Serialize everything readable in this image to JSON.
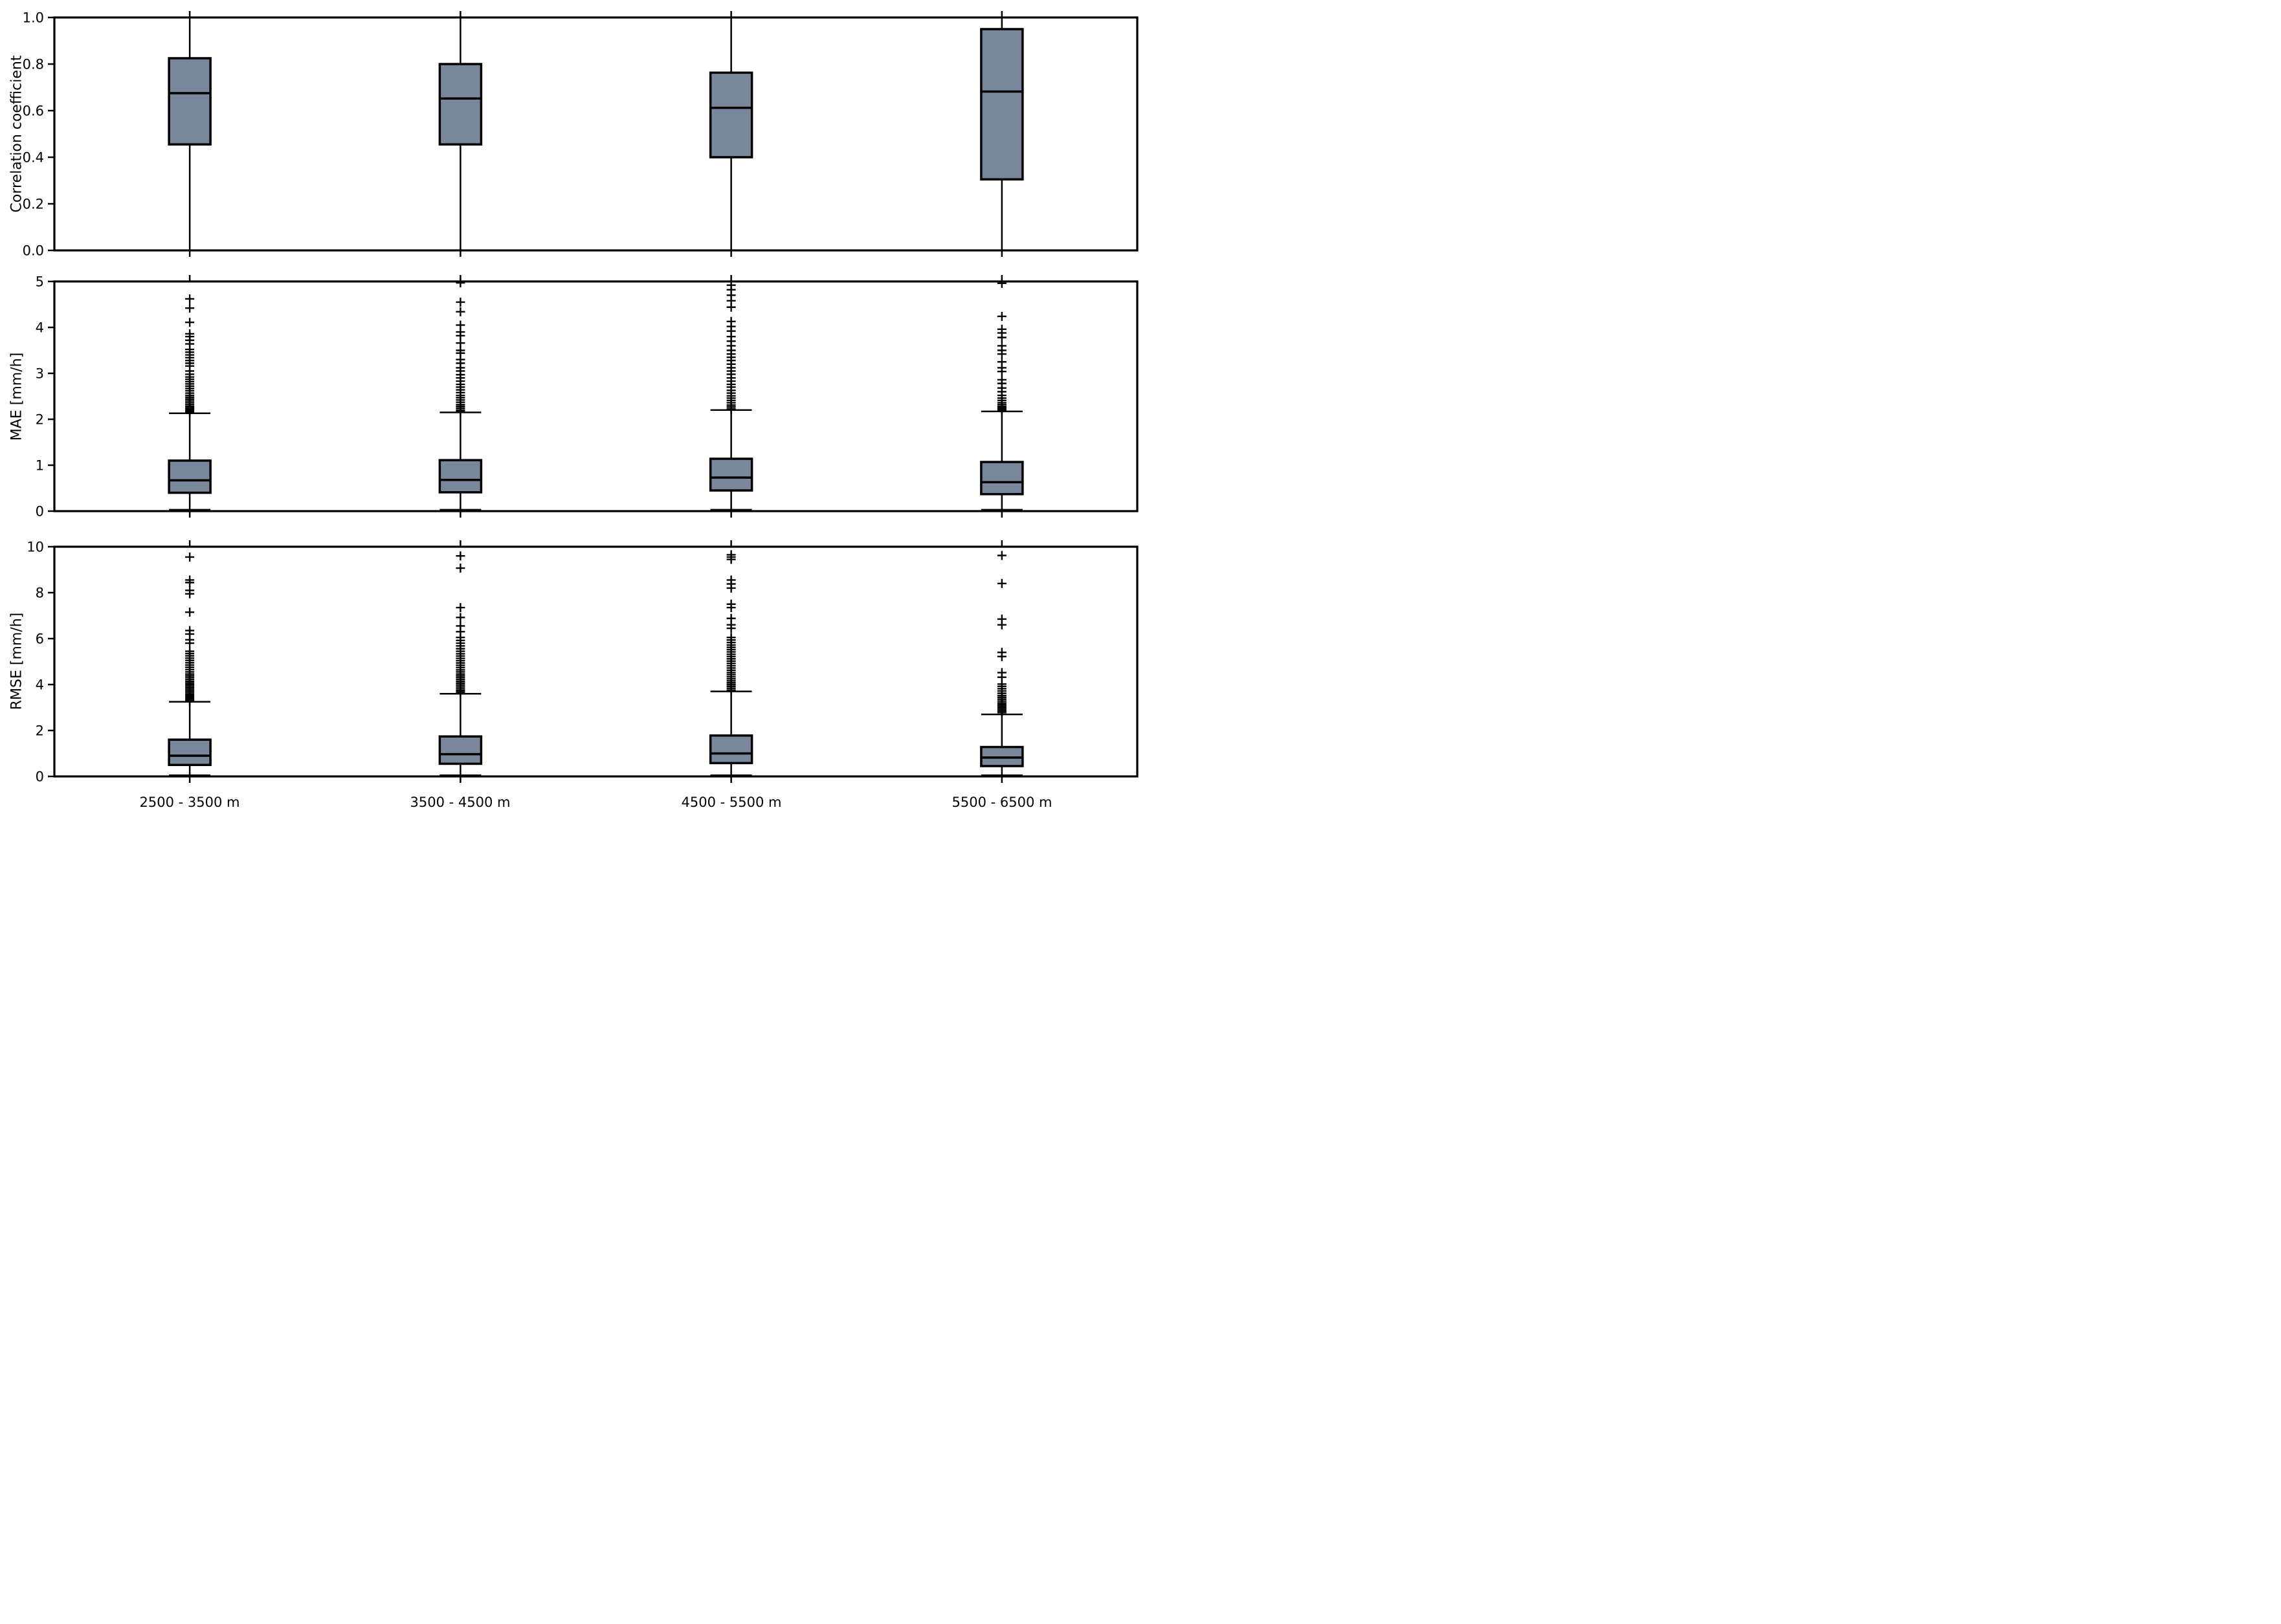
{
  "figure": {
    "background": "#ffffff",
    "box_fill_color": "#78889a",
    "line_color": "#000000",
    "outlier_marker": "plus"
  },
  "chart_data": {
    "type": "box",
    "title": "",
    "xlabel": "",
    "legend": "none",
    "grid": false,
    "categories": [
      "2500 - 3500 m",
      "3500 - 4500 m",
      "4500 - 5500 m",
      "5500 - 6500 m"
    ],
    "panels": [
      {
        "ylabel": "Correlation coefficient",
        "ylim": [
          0.0,
          1.0
        ],
        "yticks": [
          {
            "v": 0.0,
            "label": "0.0"
          },
          {
            "v": 0.2,
            "label": "0.2"
          },
          {
            "v": 0.4,
            "label": "0.4"
          },
          {
            "v": 0.6,
            "label": "0.6"
          },
          {
            "v": 0.8,
            "label": "0.8"
          },
          {
            "v": 1.0,
            "label": "1.0"
          }
        ],
        "boxes": [
          {
            "whislo": 0.0,
            "q1": 0.455,
            "med": 0.675,
            "q3": 0.825,
            "whishi": 1.0,
            "outliers": []
          },
          {
            "whislo": 0.0,
            "q1": 0.455,
            "med": 0.652,
            "q3": 0.8,
            "whishi": 1.0,
            "outliers": []
          },
          {
            "whislo": 0.0,
            "q1": 0.4,
            "med": 0.612,
            "q3": 0.763,
            "whishi": 1.0,
            "outliers": []
          },
          {
            "whislo": 0.0,
            "q1": 0.305,
            "med": 0.682,
            "q3": 0.95,
            "whishi": 1.0,
            "outliers": []
          }
        ]
      },
      {
        "ylabel": "MAE [mm/h]",
        "ylim": [
          0,
          5
        ],
        "yticks": [
          {
            "v": 0,
            "label": "0"
          },
          {
            "v": 1,
            "label": "1"
          },
          {
            "v": 2,
            "label": "2"
          },
          {
            "v": 3,
            "label": "3"
          },
          {
            "v": 4,
            "label": "4"
          },
          {
            "v": 5,
            "label": "5"
          }
        ],
        "boxes": [
          {
            "whislo": 0.03,
            "q1": 0.4,
            "med": 0.67,
            "q3": 1.1,
            "whishi": 2.13,
            "outliers": [
              4.62,
              4.42,
              4.11,
              3.86,
              3.8,
              3.72,
              3.64,
              3.52,
              3.46,
              3.4,
              3.34,
              3.28,
              3.22,
              3.16,
              3.05,
              2.98,
              2.92,
              2.87,
              2.82,
              2.77,
              2.72,
              2.67,
              2.62,
              2.57,
              2.52,
              2.48,
              2.44,
              2.4,
              2.36,
              2.32,
              2.28,
              2.25,
              2.22,
              2.19,
              2.16
            ]
          },
          {
            "whislo": 0.03,
            "q1": 0.41,
            "med": 0.68,
            "q3": 1.11,
            "whishi": 2.15,
            "outliers": [
              4.97,
              4.55,
              4.34,
              4.05,
              3.9,
              3.82,
              3.66,
              3.5,
              3.44,
              3.3,
              3.22,
              3.12,
              3.05,
              2.97,
              2.9,
              2.83,
              2.76,
              2.7,
              2.64,
              2.58,
              2.52,
              2.47,
              2.42,
              2.37,
              2.32,
              2.28,
              2.24,
              2.2,
              2.17
            ]
          },
          {
            "whislo": 0.03,
            "q1": 0.45,
            "med": 0.73,
            "q3": 1.14,
            "whishi": 2.2,
            "outliers": [
              4.92,
              4.82,
              4.7,
              4.58,
              4.44,
              4.13,
              4.02,
              3.92,
              3.8,
              3.7,
              3.6,
              3.5,
              3.42,
              3.35,
              3.28,
              3.2,
              3.12,
              3.05,
              2.98,
              2.9,
              2.83,
              2.76,
              2.7,
              2.63,
              2.57,
              2.51,
              2.46,
              2.41,
              2.36,
              2.31,
              2.27,
              2.23,
              2.2
            ]
          },
          {
            "whislo": 0.03,
            "q1": 0.37,
            "med": 0.63,
            "q3": 1.07,
            "whishi": 2.17,
            "outliers": [
              4.96,
              4.24,
              3.96,
              3.88,
              3.78,
              3.6,
              3.5,
              3.42,
              3.25,
              3.12,
              3.04,
              2.86,
              2.78,
              2.68,
              2.6,
              2.52,
              2.46,
              2.41,
              2.36,
              2.32,
              2.28,
              2.25,
              2.22,
              2.19
            ]
          }
        ]
      },
      {
        "ylabel": "RMSE [mm/h]",
        "ylim": [
          0,
          10
        ],
        "yticks": [
          {
            "v": 0,
            "label": "0"
          },
          {
            "v": 2,
            "label": "2"
          },
          {
            "v": 4,
            "label": "4"
          },
          {
            "v": 6,
            "label": "6"
          },
          {
            "v": 8,
            "label": "8"
          },
          {
            "v": 10,
            "label": "10"
          }
        ],
        "boxes": [
          {
            "whislo": 0.05,
            "q1": 0.5,
            "med": 0.9,
            "q3": 1.6,
            "whishi": 3.25,
            "outliers": [
              9.55,
              8.55,
              8.44,
              8.1,
              7.95,
              7.15,
              6.35,
              6.2,
              5.95,
              5.8,
              5.45,
              5.35,
              5.25,
              5.15,
              5.05,
              4.95,
              4.85,
              4.75,
              4.65,
              4.55,
              4.46,
              4.38,
              4.3,
              4.22,
              4.14,
              4.07,
              4.0,
              3.93,
              3.86,
              3.79,
              3.72,
              3.65,
              3.58,
              3.52,
              3.46,
              3.4,
              3.34,
              3.29
            ]
          },
          {
            "whislo": 0.05,
            "q1": 0.55,
            "med": 0.97,
            "q3": 1.74,
            "whishi": 3.6,
            "outliers": [
              9.6,
              9.07,
              7.35,
              6.92,
              6.55,
              6.3,
              6.05,
              5.92,
              5.8,
              5.68,
              5.56,
              5.45,
              5.34,
              5.24,
              5.14,
              5.04,
              4.94,
              4.84,
              4.74,
              4.64,
              4.55,
              4.46,
              4.38,
              4.3,
              4.22,
              4.14,
              4.06,
              3.98,
              3.9,
              3.82,
              3.74,
              3.67
            ]
          },
          {
            "whislo": 0.05,
            "q1": 0.58,
            "med": 1.0,
            "q3": 1.78,
            "whishi": 3.7,
            "outliers": [
              9.65,
              9.55,
              9.45,
              8.55,
              8.38,
              8.2,
              7.5,
              7.35,
              6.88,
              6.6,
              6.45,
              6.05,
              5.94,
              5.83,
              5.72,
              5.62,
              5.52,
              5.42,
              5.32,
              5.22,
              5.12,
              5.02,
              4.92,
              4.82,
              4.72,
              4.62,
              4.52,
              4.43,
              4.34,
              4.25,
              4.16,
              4.08,
              4.0,
              3.92,
              3.84,
              3.76
            ]
          },
          {
            "whislo": 0.05,
            "q1": 0.45,
            "med": 0.82,
            "q3": 1.28,
            "whishi": 2.7,
            "outliers": [
              9.62,
              8.4,
              6.85,
              6.6,
              5.4,
              5.22,
              4.52,
              4.32,
              4.02,
              3.92,
              3.82,
              3.72,
              3.62,
              3.52,
              3.44,
              3.36,
              3.28,
              3.2,
              3.13,
              3.06,
              2.99,
              2.92,
              2.85,
              2.78
            ]
          }
        ]
      }
    ]
  }
}
